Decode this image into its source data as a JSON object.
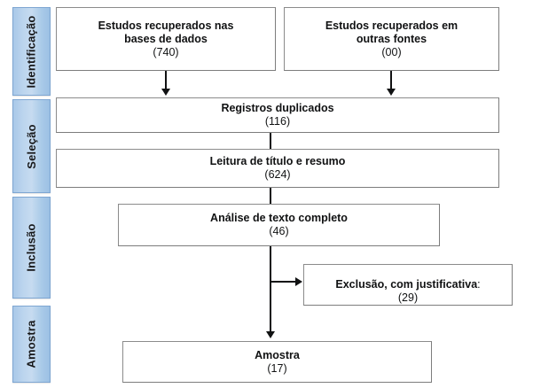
{
  "diagram": {
    "type": "prisma-flow-diagram",
    "language": "pt-BR",
    "stages": [
      {
        "id": "identificacao",
        "label": "Identificação"
      },
      {
        "id": "selecao",
        "label": "Seleção"
      },
      {
        "id": "inclusao",
        "label": "Inclusão"
      },
      {
        "id": "amostra",
        "label": "Amostra"
      }
    ],
    "boxes": [
      {
        "id": "estudos-bases-dados",
        "title": "Estudos recuperados nas\nbases de dados",
        "count": "(740)"
      },
      {
        "id": "estudos-outras-fontes",
        "title": "Estudos recuperados em\noutras fontes",
        "count": "(00)"
      },
      {
        "id": "registros-duplicados",
        "title": "Registros duplicados",
        "count": "(116)"
      },
      {
        "id": "leitura-titulo-resumo",
        "title": "Leitura de título e resumo",
        "count": "(624)"
      },
      {
        "id": "analise-texto-completo",
        "title": "Análise de texto completo",
        "count": "(46)"
      },
      {
        "id": "exclusao-com-justificativa",
        "title": "Exclusão, com justificativa",
        "title_suffix": ":",
        "count": "(29)"
      },
      {
        "id": "amostra-final",
        "title": "Amostra",
        "count": "(17)"
      }
    ],
    "colors": {
      "stage_fill_light": "#c6dbf0",
      "stage_fill_dark": "#9cc0e4",
      "stage_border": "#7ea6d2",
      "box_border": "#8b8b8b",
      "connector": "#111213",
      "background": "#ffffff",
      "text": "#111213"
    }
  }
}
